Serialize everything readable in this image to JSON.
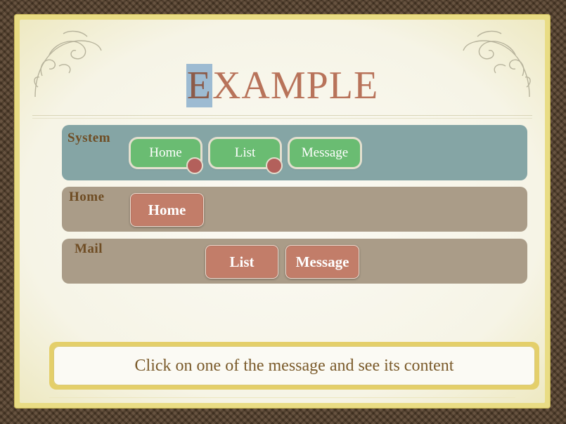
{
  "title": {
    "first_letter": "E",
    "rest": "XAMPLE"
  },
  "panels": {
    "system": {
      "label": "System",
      "buttons": [
        {
          "label": "Home",
          "badge": true
        },
        {
          "label": "List",
          "badge": true
        },
        {
          "label": "Message",
          "badge": false
        }
      ]
    },
    "home": {
      "label": "Home",
      "buttons": [
        {
          "label": "Home"
        }
      ]
    },
    "mail": {
      "label": "Mail",
      "buttons": [
        {
          "label": "List"
        },
        {
          "label": "Message"
        }
      ]
    }
  },
  "message_box": {
    "text": "Click on one of the message and see its content"
  },
  "colors": {
    "system_panel": "#85a5a5",
    "content_panel": "#aa9c88",
    "green_button": "#6abc72",
    "red_button": "#c27d69",
    "badge": "#b3605b",
    "title": "#b8735a",
    "title_highlight": "#9dbbd2"
  }
}
